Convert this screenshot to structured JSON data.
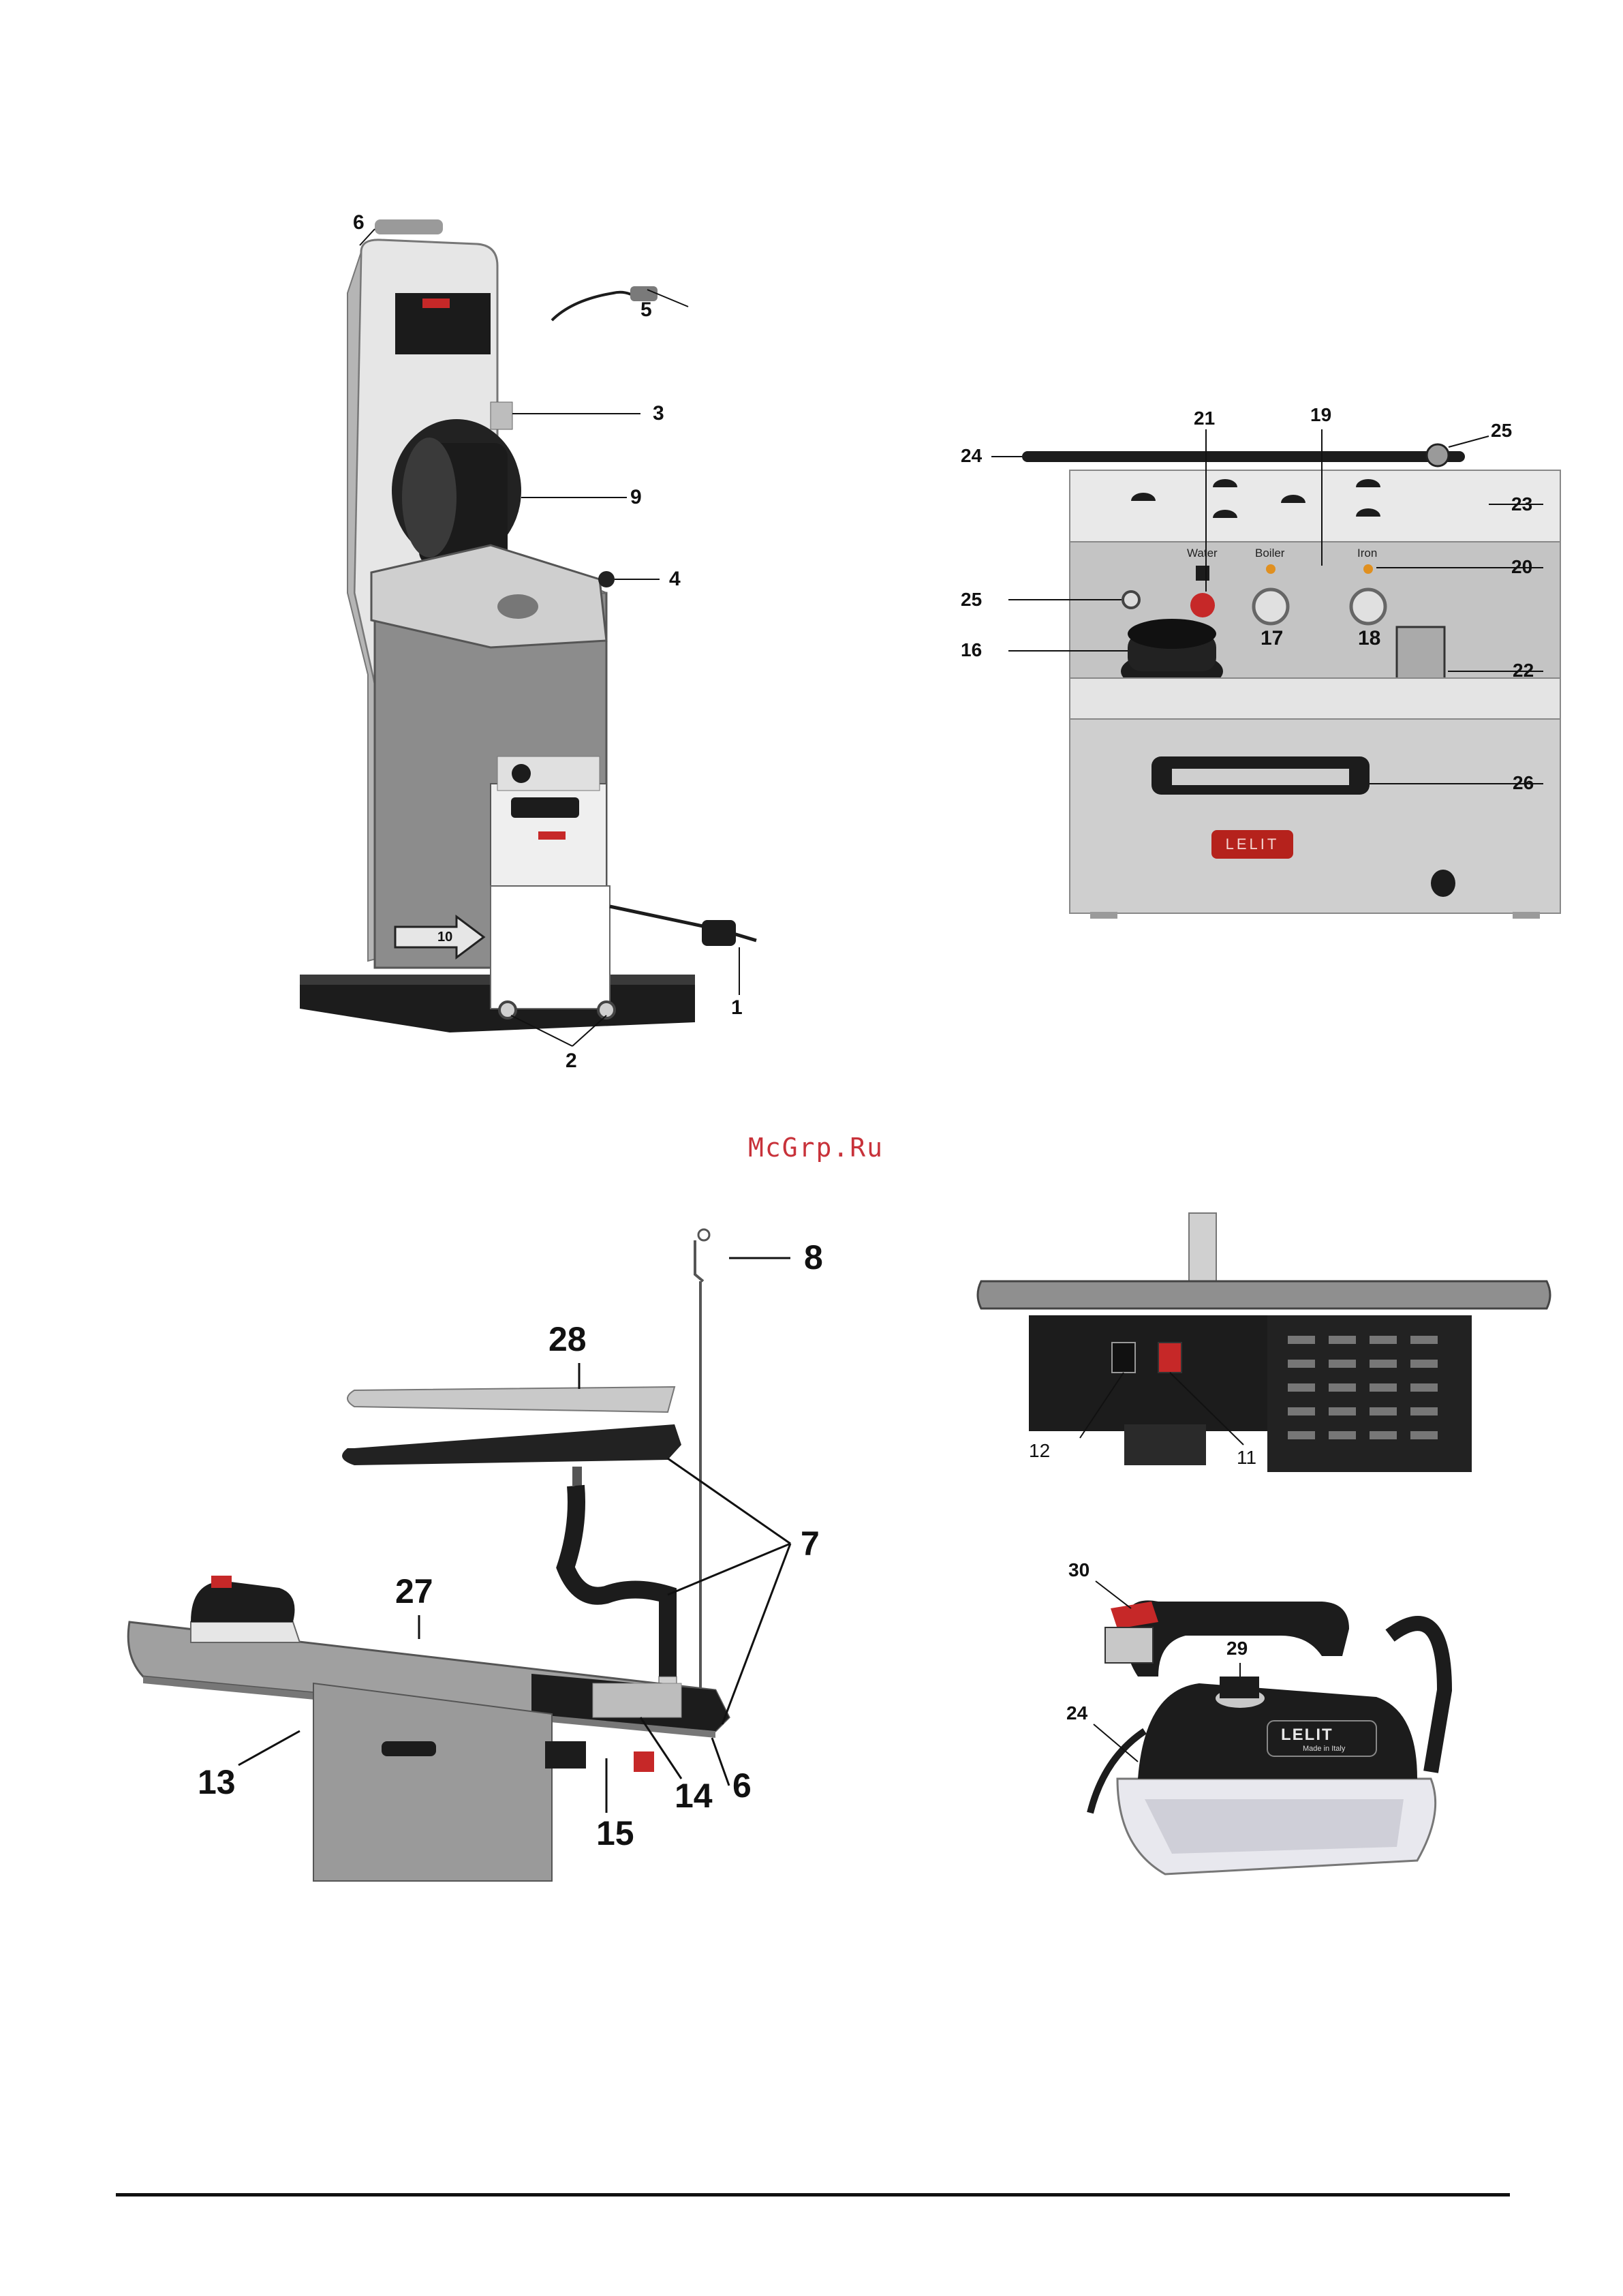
{
  "watermark": "McGrp.Ru",
  "figure_stand": {
    "callouts": [
      "6",
      "5",
      "3",
      "9",
      "4",
      "10",
      "1",
      "2"
    ]
  },
  "figure_panel": {
    "callouts": [
      "21",
      "19",
      "25",
      "24",
      "23",
      "20",
      "25",
      "16",
      "17",
      "18",
      "22",
      "26"
    ],
    "labels": {
      "water": "Water",
      "boiler": "Boiler",
      "iron": "Iron"
    },
    "brand": "LELIT"
  },
  "figure_board": {
    "callouts": [
      "8",
      "28",
      "7",
      "27",
      "13",
      "14",
      "6",
      "15"
    ]
  },
  "figure_switches": {
    "callouts": [
      "12",
      "11"
    ]
  },
  "figure_iron": {
    "callouts": [
      "30",
      "29",
      "24"
    ],
    "brand": "LELIT",
    "brand_sub": "Made in Italy"
  },
  "colors": {
    "accent_red": "#c62828",
    "steel": "#b9bcbf",
    "dark": "#1c1c1c"
  }
}
